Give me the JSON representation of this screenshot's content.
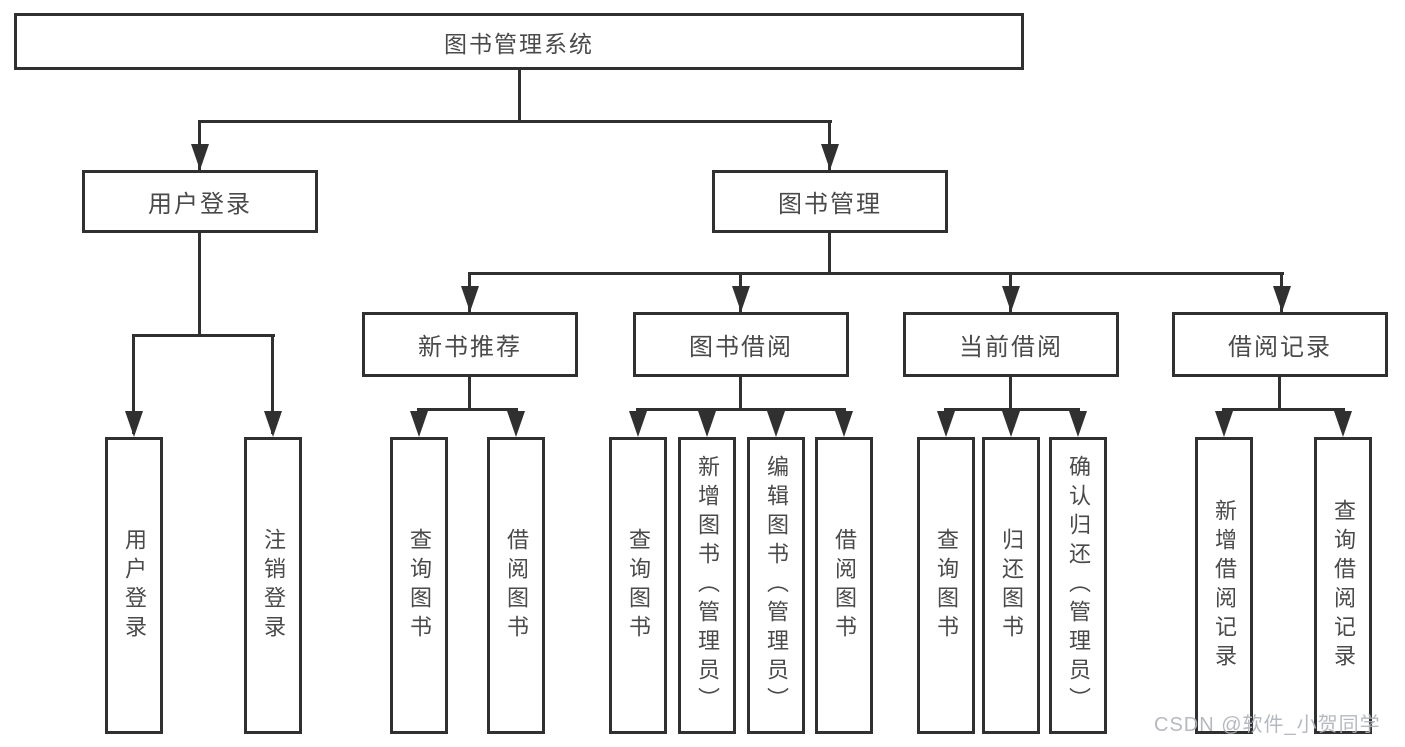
{
  "diagram": {
    "root": {
      "label": "图书管理系统"
    },
    "level2": [
      {
        "label": "用户登录"
      },
      {
        "label": "图书管理"
      }
    ],
    "level3": [
      {
        "label": "新书推荐"
      },
      {
        "label": "图书借阅"
      },
      {
        "label": "当前借阅"
      },
      {
        "label": "借阅记录"
      }
    ],
    "level4": {
      "user_login": [
        {
          "label": "用户登录"
        },
        {
          "label": "注销登录"
        }
      ],
      "new_book": [
        {
          "label": "查询图书"
        },
        {
          "label": "借阅图书"
        }
      ],
      "book_borrow": [
        {
          "label": "查询图书"
        },
        {
          "label": "新增图书（管理员）"
        },
        {
          "label": "编辑图书（管理员）"
        },
        {
          "label": "借阅图书"
        }
      ],
      "current_borrow": [
        {
          "label": "查询图书"
        },
        {
          "label": "归还图书"
        },
        {
          "label": "确认归还（管理员）"
        }
      ],
      "borrow_records": [
        {
          "label": "新增借阅记录"
        },
        {
          "label": "查询借阅记录"
        }
      ]
    }
  },
  "watermark": {
    "text": "CSDN @软件_小贺同学"
  },
  "colors": {
    "line": "#303030",
    "box_border": "#303030",
    "text": "#4a4a4a",
    "watermark": "#b0b4ba",
    "background": "#ffffff"
  }
}
